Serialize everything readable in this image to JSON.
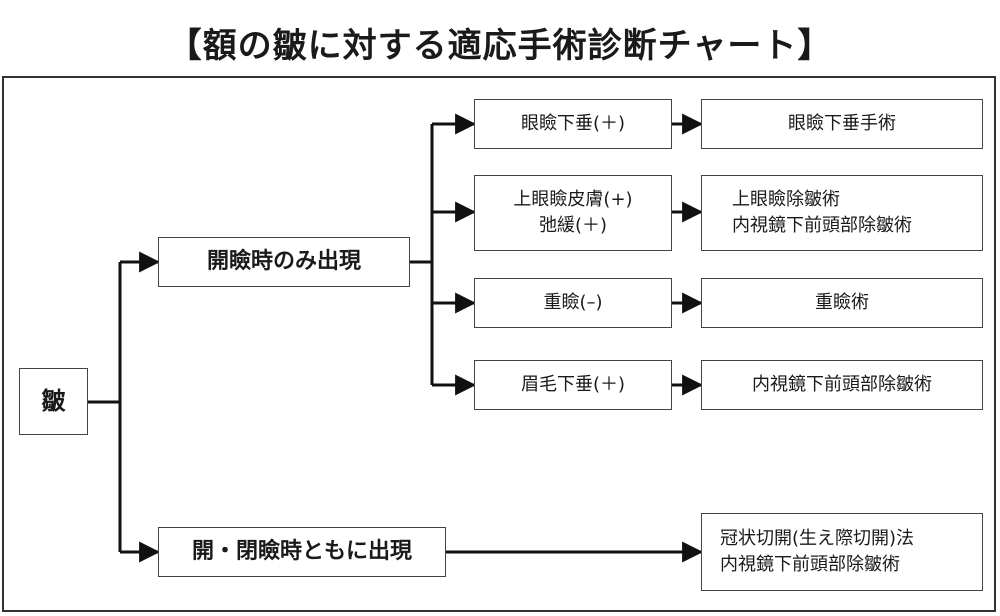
{
  "title": "【額の皺に対する適応手術診断チャート】",
  "root": {
    "label": "皺"
  },
  "branches": [
    {
      "label": "開瞼時のみ出現",
      "conditions": [
        {
          "condition": [
            "眼瞼下垂(＋)"
          ],
          "surgery": [
            "眼瞼下垂手術"
          ]
        },
        {
          "condition": [
            "上眼瞼皮膚(+)",
            "弛緩(＋)"
          ],
          "surgery": [
            "上眼瞼除皺術",
            "内視鏡下前頭部除皺術"
          ]
        },
        {
          "condition": [
            "重瞼(–)"
          ],
          "surgery": [
            "重瞼術"
          ]
        },
        {
          "condition": [
            "眉毛下垂(＋)"
          ],
          "surgery": [
            "内視鏡下前頭部除皺術"
          ]
        }
      ]
    },
    {
      "label": "開・閉瞼時ともに出現",
      "surgery": [
        "冠状切開(生え際切開)法",
        "内視鏡下前頭部除皺術"
      ]
    }
  ]
}
